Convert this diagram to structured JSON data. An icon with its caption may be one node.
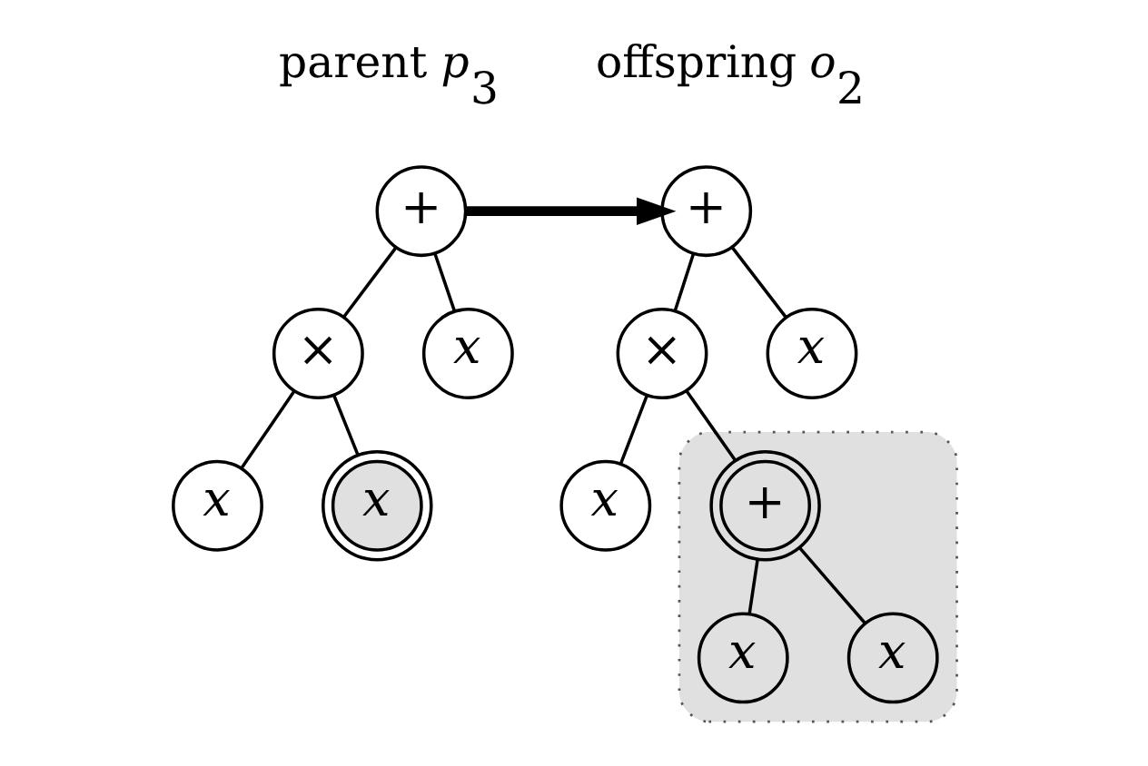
{
  "diagram": {
    "nodes": [
      {
        "text": [
          "+"
        ]
      },
      {
        "text": [
          "×"
        ]
      },
      {
        "text": [
          "x"
        ]
      },
      {
        "text": [
          "x"
        ]
      },
      {
        "text": [
          "x"
        ]
      },
      {
        "text": [
          "+"
        ]
      },
      {
        "text": [
          "×"
        ]
      },
      {
        "text": [
          "x"
        ]
      },
      {
        "text": [
          "x"
        ]
      },
      {
        "text": [],
        "shape": "box"
      },
      {
        "text": [
          "+"
        ],
        "in": 9
      },
      {
        "text": [
          "x"
        ],
        "in": 9
      },
      {
        "text": [
          "x"
        ],
        "in": 9
      }
    ],
    "edges": [
      {
        "from": 0,
        "to": 5,
        "arrow": "to",
        "style": "thick"
      },
      {
        "from": 0,
        "to": 1,
        "arrow": "none"
      },
      {
        "from": 0,
        "to": 2,
        "arrow": "none"
      },
      {
        "from": 1,
        "to": 3,
        "arrow": "none"
      },
      {
        "from": 1,
        "to": 4,
        "arrow": "none"
      },
      {
        "from": 5,
        "to": 6,
        "arrow": "none"
      },
      {
        "from": 5,
        "to": 7,
        "arrow": "none"
      },
      {
        "from": 6,
        "to": 8,
        "arrow": "none"
      },
      {
        "from": 6,
        "to": 10,
        "arrow": "none"
      },
      {
        "from": 10,
        "to": 11,
        "arrow": "none"
      },
      {
        "from": 10,
        "to": 12,
        "arrow": "none"
      }
    ],
    "labels": [
      "parent *p*$_{3}$",
      "offspring *o*$_{2}$"
    ]
  }
}
